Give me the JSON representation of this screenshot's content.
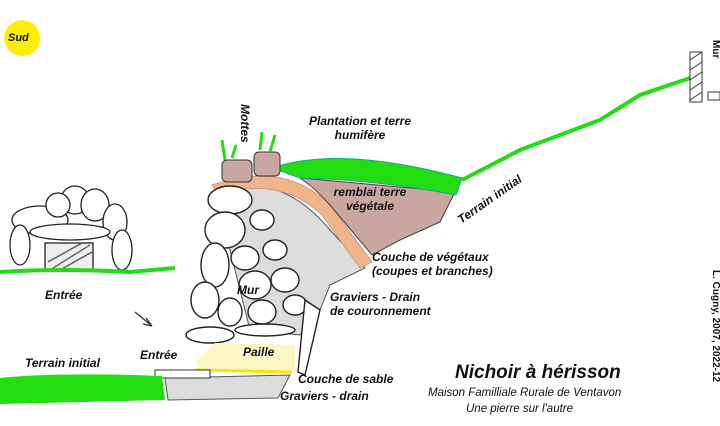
{
  "compass": {
    "label": "Sud",
    "color": "#ffee00"
  },
  "labels": {
    "mottes": "Mottes",
    "plantation": "Plantation et terre",
    "plantation2": "humifère",
    "remblai": "remblai terre",
    "remblai2": "végétale",
    "terrain_initial_right": "Terrain initial",
    "couche_vegetaux": "Couche de végétaux",
    "couche_vegetaux2": "(coupes et branches)",
    "mur": "Mur",
    "graviers_drain_couronnement": "Graviers - Drain",
    "graviers_drain_couronnement2": "de couronnement",
    "entree_left": "Entrée",
    "entree_bottom": "Entrée",
    "terrain_initial_left": "Terrain initial",
    "paille": "Paille",
    "couche_sable": "Couche de sable",
    "graviers_drain": "Graviers - drain",
    "mur_right": "Mur"
  },
  "title": {
    "main": "Nichoir à hérisson",
    "org": "Maison Familliale Rurale de Ventavon",
    "subtitle": "Une pierre sur l'autre"
  },
  "credit": "L. Cugny, 2007, 2022-12",
  "colors": {
    "grass": "#22dd11",
    "remblai": "#c9a6a0",
    "orange": "#f2b48a",
    "gravel": "#dcdcdc",
    "straw": "#fbf6c4",
    "sand": "#f5e600"
  }
}
